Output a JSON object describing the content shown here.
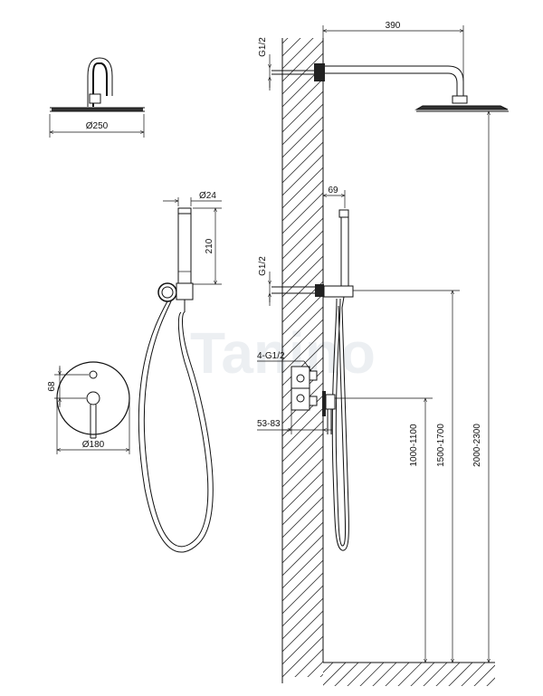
{
  "dimensions": {
    "head_diameter": "Ø250",
    "arm_length": "390",
    "arm_thread": "G1/2",
    "hand_diameter": "Ø24",
    "hand_length": "210",
    "holder_offset": "69",
    "holder_thread": "G1/2",
    "valve_outlets": "4-G1/2",
    "valve_depth": "53-83",
    "plate_offset": "68",
    "plate_diameter": "Ø180",
    "height_valve": "1000-1100",
    "height_holder": "1500-1700",
    "height_head": "2000-2300"
  },
  "watermark": "Tanino"
}
